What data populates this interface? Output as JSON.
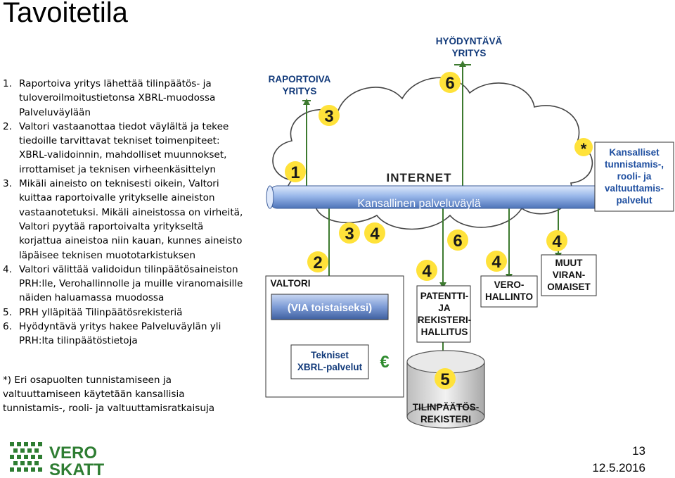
{
  "title": "Tavoitetila",
  "steps": [
    {
      "num": "1.",
      "text": "Raportoiva yritys lähettää tilinpäätös- ja tuloveroilmoitustietonsa XBRL-muodossa Palveluväylään"
    },
    {
      "num": "2.",
      "text": "Valtori vastaanottaa tiedot väylältä ja tekee tiedoille tarvittavat tekniset toimenpiteet: XBRL-validoinnin, mahdolliset muunnokset, irrottamiset ja teknisen virheenkäsittelyn"
    },
    {
      "num": "3.",
      "text": "Mikäli aineisto on teknisesti oikein, Valtori kuittaa raportoivalle yritykselle aineiston vastaanotetuksi. Mikäli aineistossa on virheitä, Valtori pyytää raportoivalta yritykseltä korjattua aineistoa niin kauan, kunnes aineisto läpäisee teknisen muototarkistuksen"
    },
    {
      "num": "4.",
      "text": "Valtori välittää validoidun tilinpäätösaineiston PRH:lle, Verohallinnolle ja muille viranomaisille näiden haluamassa muodossa"
    },
    {
      "num": "5.",
      "text": "PRH ylläpitää Tilinpäätösrekisteriä"
    },
    {
      "num": "6.",
      "text": "Hyödyntävä yritys hakee Palveluväylän yli PRH:lta tilinpäätöstietoja"
    }
  ],
  "footnote": "*)   Eri osapuolten tunnistamiseen ja valtuuttamiseen käytetään kansallisia tunnistamis-, rooli- ja valtuuttamisratkaisuja",
  "diagram": {
    "raportoiva": [
      "RAPORTOIVA",
      "YRITYS"
    ],
    "hyodyntava": [
      "HYÖDYNTÄVÄ",
      "YRITYS"
    ],
    "internet": "INTERNET",
    "palveluvayla": "Kansallinen palveluväylä",
    "valtori": "VALTORI",
    "via": "(VIA toistaiseksi)",
    "tekniset": [
      "Tekniset",
      "XBRL-palvelut"
    ],
    "euro": "€",
    "prh": [
      "PATENTTI-",
      "JA",
      "REKISTERI-",
      "HALLITUS"
    ],
    "vero": [
      "VERO-",
      "HALLINTO"
    ],
    "muut": [
      "MUUT",
      "VIRAN-",
      "OMAISET"
    ],
    "kansalliset": [
      "Kansalliset",
      "tunnistamis-,",
      "rooli- ja",
      "valtuuttamis-",
      "palvelut"
    ],
    "asterisk": "*",
    "rekisteri": [
      "TILINPÄÄTÖS-",
      "REKISTERI"
    ],
    "nums": {
      "n1": "1",
      "n2": "2",
      "n3a": "3",
      "n3b": "3",
      "n4a": "4",
      "n4prh": "4",
      "n4vero": "4",
      "n4muut": "4",
      "n5": "5",
      "n6top": "6",
      "n6prh": "6"
    }
  },
  "logo": {
    "line1": "VERO",
    "line2": "SKATT"
  },
  "slide_number": "13",
  "date": "12.5.2016",
  "colors": {
    "accent_yellow": "#ffe23a",
    "navy": "#1f3b73",
    "pipe_blue": "#7ea3e0",
    "logo_green": "#2e7d32"
  }
}
